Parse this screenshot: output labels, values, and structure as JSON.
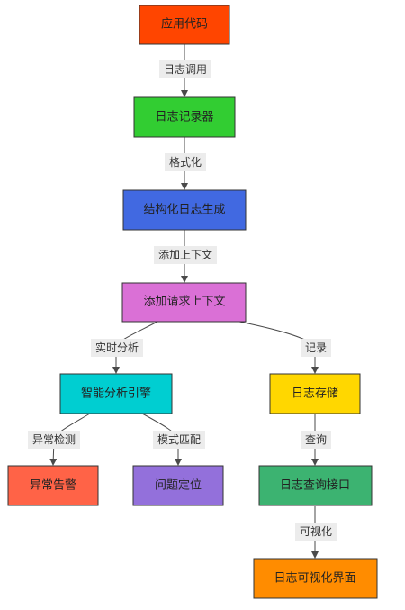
{
  "nodes": {
    "app_code": {
      "label": "应用代码",
      "color": "#ff4500"
    },
    "logger": {
      "label": "日志记录器",
      "color": "#32cd32"
    },
    "structured": {
      "label": "结构化日志生成",
      "color": "#4169e1"
    },
    "request_ctx": {
      "label": "添加请求上下文",
      "color": "#da70d6"
    },
    "analysis": {
      "label": "智能分析引擎",
      "color": "#00ced1"
    },
    "storage": {
      "label": "日志存储",
      "color": "#ffd700"
    },
    "alert": {
      "label": "异常告警",
      "color": "#ff6347"
    },
    "locate": {
      "label": "问题定位",
      "color": "#9370db"
    },
    "query_api": {
      "label": "日志查询接口",
      "color": "#3cb371"
    },
    "viz": {
      "label": "日志可视化界面",
      "color": "#ff8c00"
    }
  },
  "edges": {
    "log_call": {
      "label": "日志调用"
    },
    "format": {
      "label": "格式化"
    },
    "add_context": {
      "label": "添加上下文"
    },
    "realtime": {
      "label": "实时分析"
    },
    "record": {
      "label": "记录"
    },
    "anomaly": {
      "label": "异常检测"
    },
    "pattern": {
      "label": "模式匹配"
    },
    "query": {
      "label": "查询"
    },
    "visualize": {
      "label": "可视化"
    }
  }
}
